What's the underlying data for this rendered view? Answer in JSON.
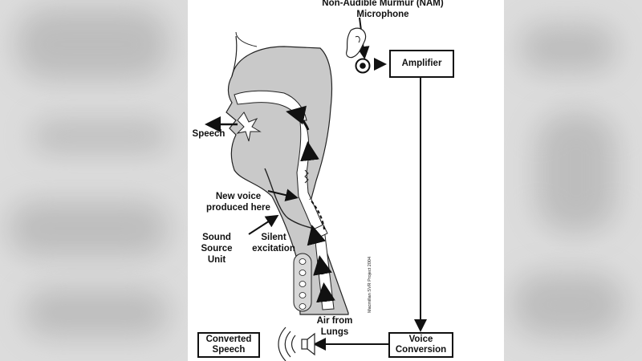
{
  "colors": {
    "tissue": "#c9c9c9",
    "outline": "#222222",
    "airway": "#ffffff",
    "background": "#e9e9e9"
  },
  "labels": {
    "nam_microphone": "Non-Audible Murmur (NAM)\nMicrophone",
    "speech": "Speech",
    "new_voice": "New voice\nproduced here",
    "sound_source_unit": "Sound\nSource\nUnit",
    "silent_excitation": "Silent\nexcitation",
    "air_from_lungs": "Air from\nLungs",
    "credit": "Macmillan SVR Project 2004"
  },
  "boxes": {
    "amplifier": "Amplifier",
    "voice_conversion": "Voice\nConversion",
    "converted_speech": "Converted\nSpeech"
  },
  "icons": {
    "ear": "ear-icon",
    "microphone": "microphone-icon",
    "speaker": "speaker-icon"
  }
}
